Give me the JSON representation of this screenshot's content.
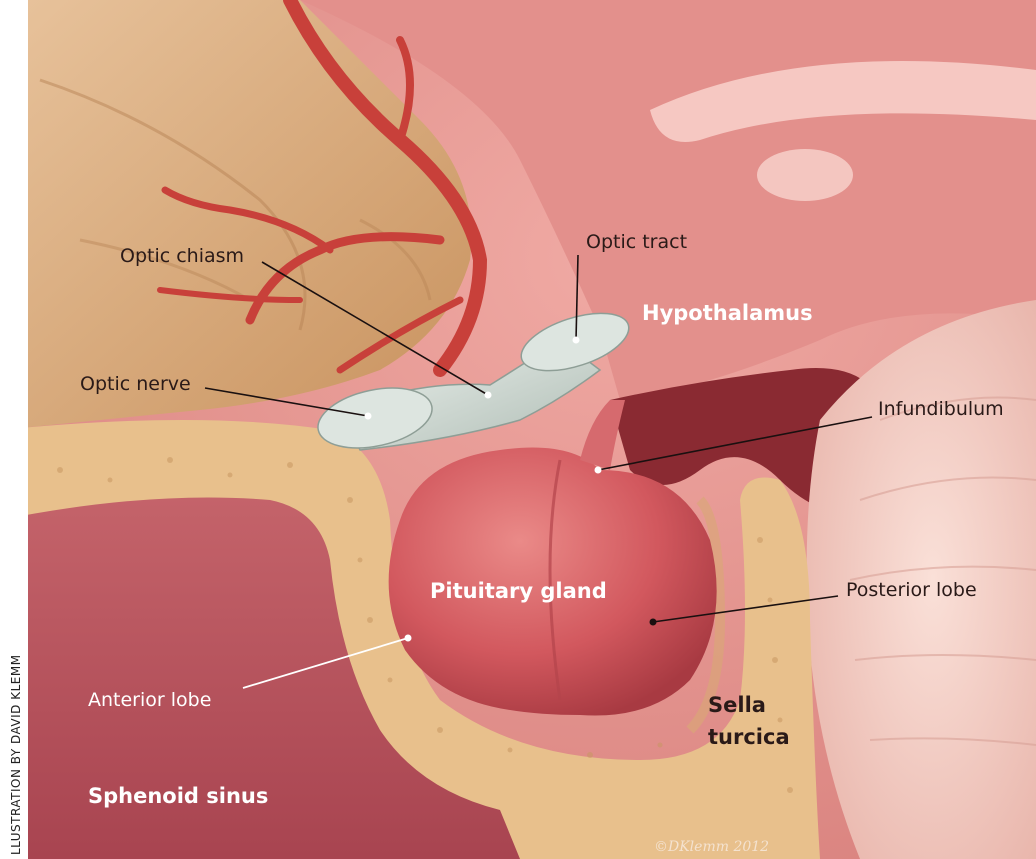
{
  "illustration": {
    "credit": "LLUSTRATION BY DAVID KLEMM",
    "copyright": "©DKlemm 2012"
  },
  "labels": {
    "optic_chiasm": "Optic chiasm",
    "optic_tract": "Optic tract",
    "hypothalamus": "Hypothalamus",
    "optic_nerve": "Optic nerve",
    "infundibulum": "Infundibulum",
    "pituitary_gland": "Pituitary gland",
    "posterior_lobe": "Posterior lobe",
    "anterior_lobe": "Anterior lobe",
    "sella_turcica_line1": "Sella",
    "sella_turcica_line2": "turcica",
    "sphenoid_sinus": "Sphenoid sinus"
  },
  "colors": {
    "brain_tissue": "#e69a94",
    "tan_tissue": "#d9a878",
    "bone": "#e8c08c",
    "sinus": "#b8545a",
    "gland": "#d5656a",
    "artery": "#c8403a",
    "nerve": "#d8e2dc"
  }
}
